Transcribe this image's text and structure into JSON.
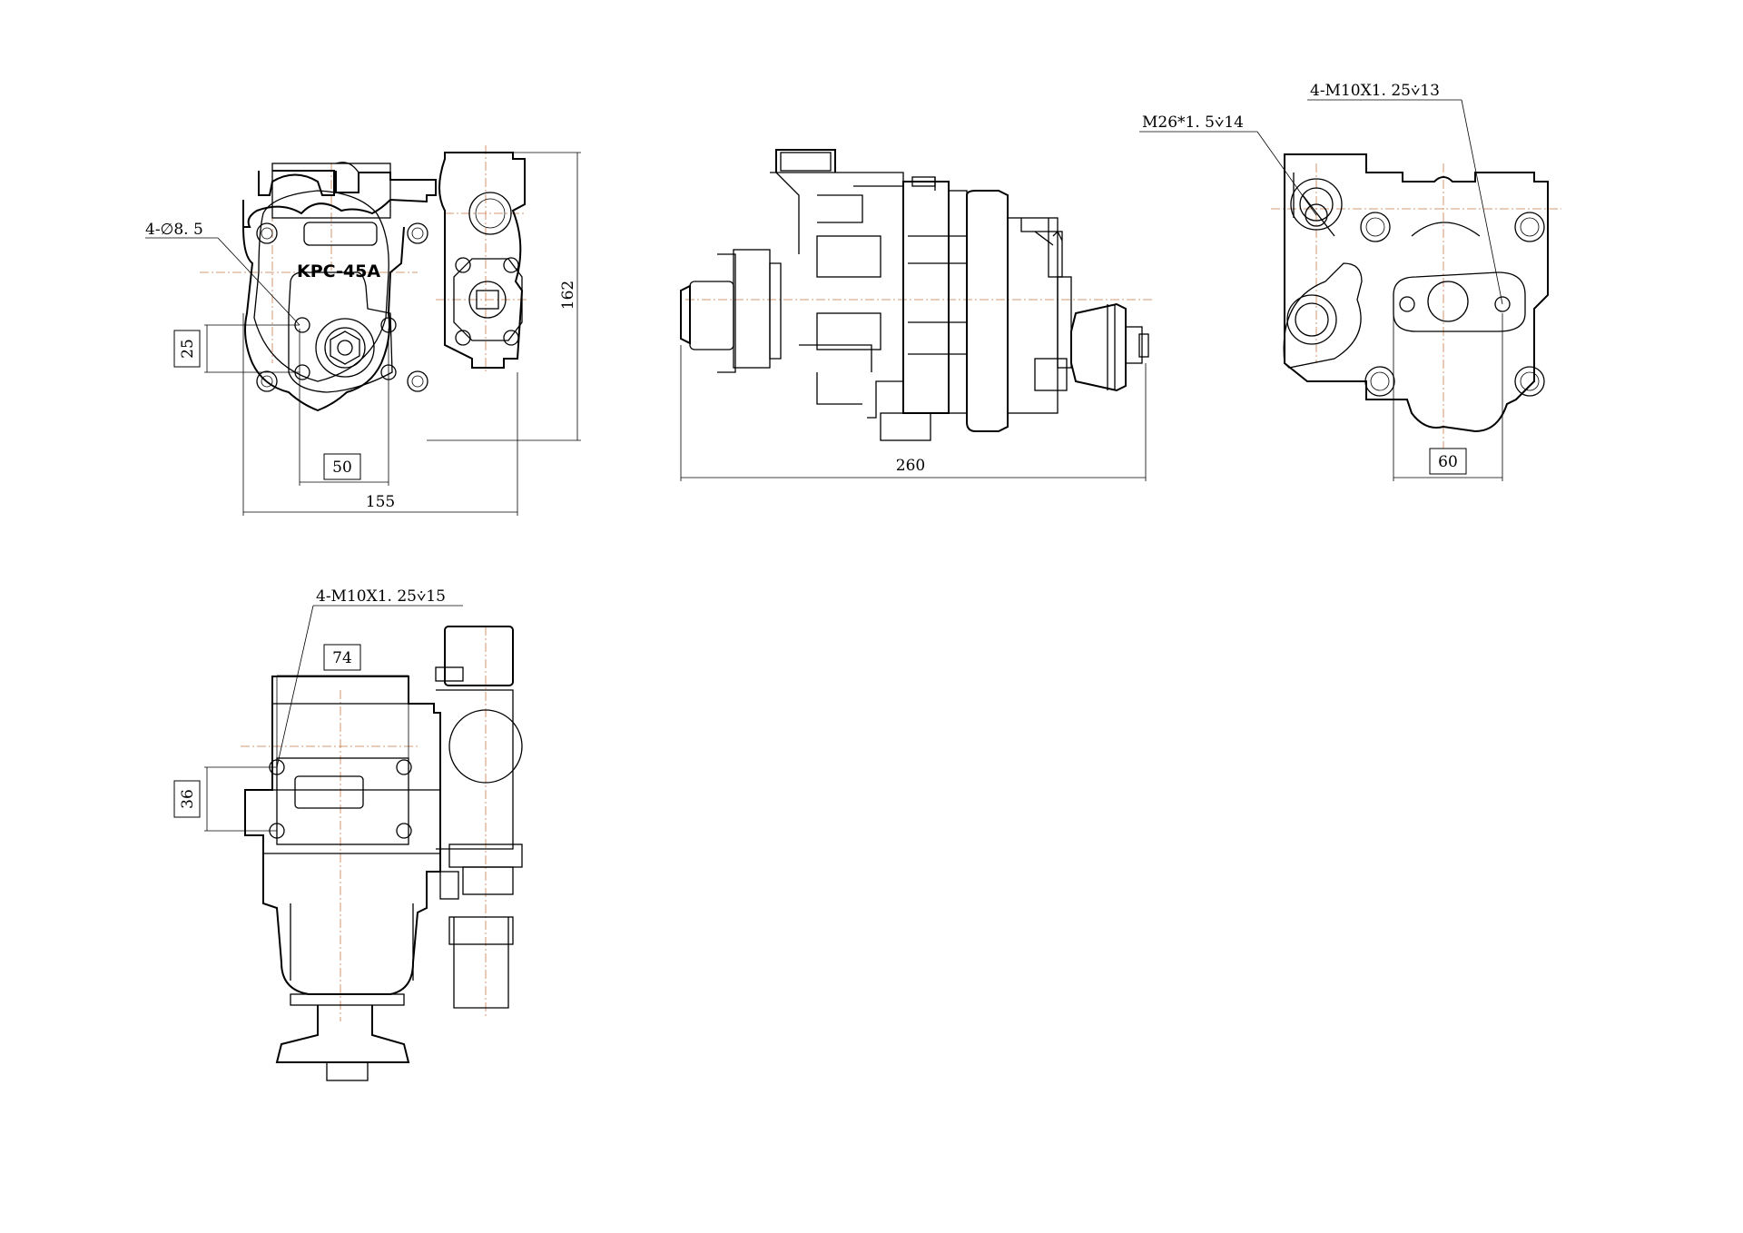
{
  "views": {
    "front": {
      "model_label": "KPC-45A",
      "hole_callout": "4-∅8. 5",
      "dim_height": "162",
      "dim_width": "155",
      "dim_bolt_horizontal": "50",
      "dim_bolt_vertical": "25"
    },
    "side": {
      "dim_length": "260"
    },
    "rear": {
      "port_callout": "M26*1. 5⩒14",
      "thread_callout": "4-M10X1. 25⩒13",
      "dim_flange": "60"
    },
    "top": {
      "thread_callout": "4-M10X1. 25⩒15",
      "dim_horizontal": "74",
      "dim_vertical": "36"
    }
  }
}
